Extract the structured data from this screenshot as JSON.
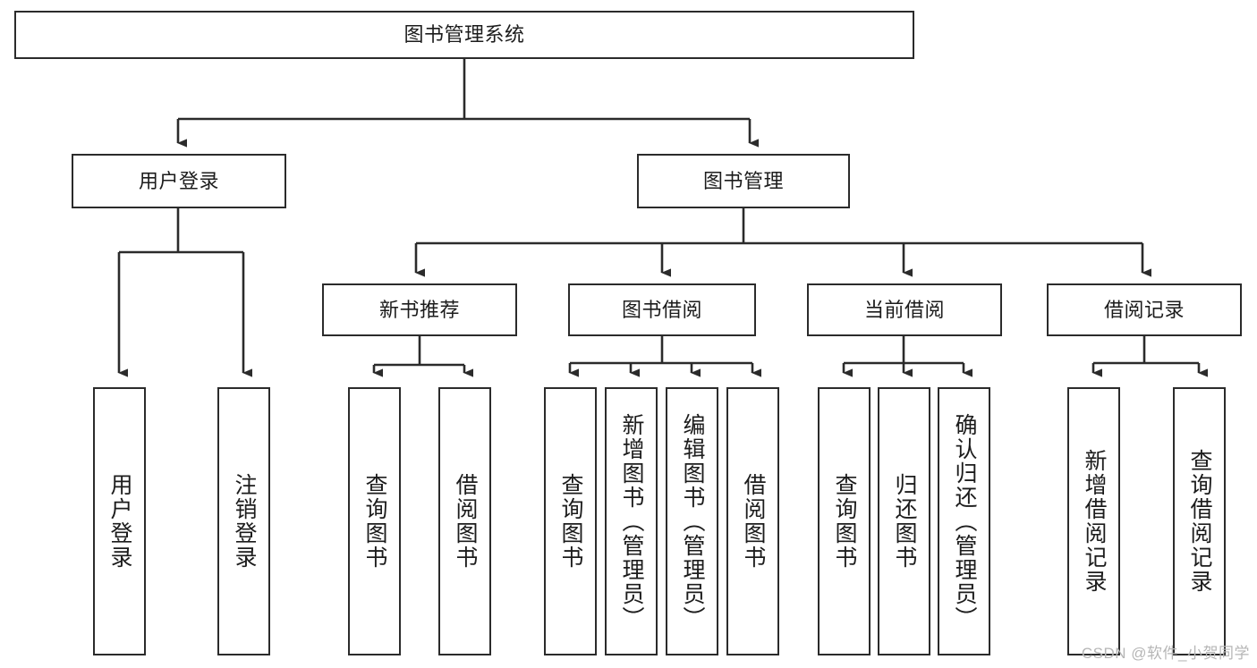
{
  "diagram": {
    "title": "图书管理系统",
    "type": "tree-hierarchy-diagram",
    "watermark": "CSDN @软件_小贺同学",
    "colors": {
      "background": "#ffffff",
      "box_border": "#2b2b2b",
      "text": "#1c1c1c",
      "connector": "#2b2b2b",
      "watermark": "#b6b6b6"
    },
    "nodes": {
      "root": {
        "label": "图书管理系统"
      },
      "level2": [
        {
          "id": "user-login",
          "label": "用户登录"
        },
        {
          "id": "book-management",
          "label": "图书管理"
        }
      ],
      "level3": [
        {
          "id": "new-book-recommend",
          "label": "新书推荐"
        },
        {
          "id": "book-borrow",
          "label": "图书借阅"
        },
        {
          "id": "current-borrow",
          "label": "当前借阅"
        },
        {
          "id": "borrow-record",
          "label": "借阅记录"
        }
      ],
      "leaves": {
        "user_login": [
          {
            "id": "leaf-user-login",
            "label": "用户登录"
          },
          {
            "id": "leaf-logout-login",
            "label": "注销登录"
          }
        ],
        "new_book_recommend": [
          {
            "id": "leaf-query-book-1",
            "label": "查询图书"
          },
          {
            "id": "leaf-borrow-book-1",
            "label": "借阅图书"
          }
        ],
        "book_borrow": [
          {
            "id": "leaf-query-book-2",
            "label": "查询图书"
          },
          {
            "id": "leaf-add-book-admin",
            "label": "新增图书（管理员）"
          },
          {
            "id": "leaf-edit-book-admin",
            "label": "编辑图书（管理员）"
          },
          {
            "id": "leaf-borrow-book-2",
            "label": "借阅图书"
          }
        ],
        "current_borrow": [
          {
            "id": "leaf-query-book-3",
            "label": "查询图书"
          },
          {
            "id": "leaf-return-book",
            "label": "归还图书"
          },
          {
            "id": "leaf-confirm-return-admin",
            "label": "确认归还（管理员）"
          }
        ],
        "borrow_record": [
          {
            "id": "leaf-add-borrow-record",
            "label": "新增借阅记录"
          },
          {
            "id": "leaf-query-borrow-record",
            "label": "查询借阅记录"
          }
        ]
      }
    }
  }
}
